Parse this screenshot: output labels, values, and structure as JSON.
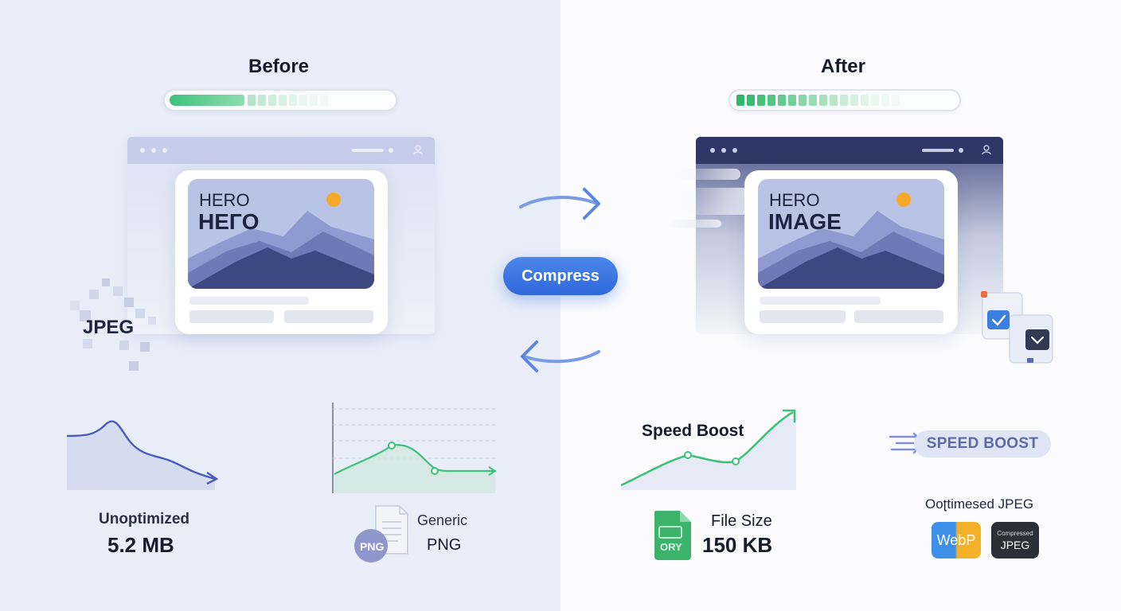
{
  "before": {
    "title": "Before",
    "progress_fraction": 0.3,
    "hero_line1": "HERO",
    "hero_line2": "HEГO",
    "format_tag": "JPEG",
    "size_label": "Unoptimized",
    "size_value": "5.2 MB",
    "generic_label": "Generic",
    "generic_format": "PNG",
    "file_badge": "PNG"
  },
  "after": {
    "title": "After",
    "progress_fraction": 0.6,
    "hero_line1": "HERO",
    "hero_line2": "IMAGE",
    "speed_label": "Speed Boost",
    "speed_pill": "SPEED BOOST",
    "size_label": "File Size",
    "size_value": "150 KB",
    "file_badge": "ORY",
    "format_title": "Ooʈtimesed JPEG",
    "webp_badge": "WebP",
    "compressed_small": "Compressed",
    "compressed_format": "JPEG"
  },
  "center": {
    "compress_label": "Compress"
  },
  "colors": {
    "accent": "#2f68db",
    "green": "#3ec27a",
    "navy": "#2f3769",
    "sun": "#f4a928"
  }
}
